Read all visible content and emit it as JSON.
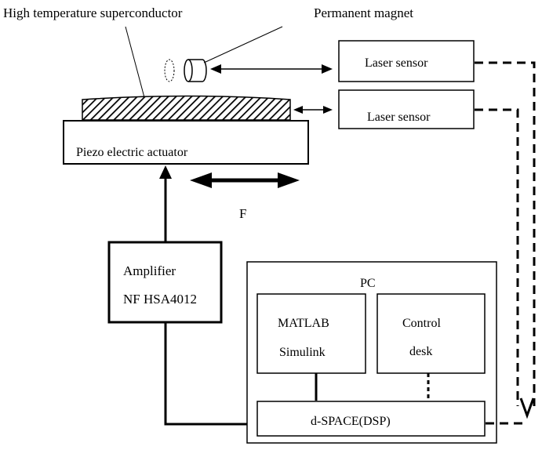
{
  "labels": {
    "hts": "High temperature superconductor",
    "magnet": "Permanent magnet",
    "laser_sensor_1": "Laser sensor",
    "laser_sensor_2": "Laser sensor",
    "piezo": "Piezo electric actuator",
    "force": "F",
    "amplifier_line1": "Amplifier",
    "amplifier_line2": "NF HSA4012",
    "pc": "PC",
    "matlab_line1": "MATLAB",
    "matlab_line2": "Simulink",
    "control_line1": "Control",
    "control_line2": "desk",
    "dspace": "d-SPACE(DSP)"
  },
  "colors": {
    "line": "#000000",
    "background": "#ffffff"
  }
}
